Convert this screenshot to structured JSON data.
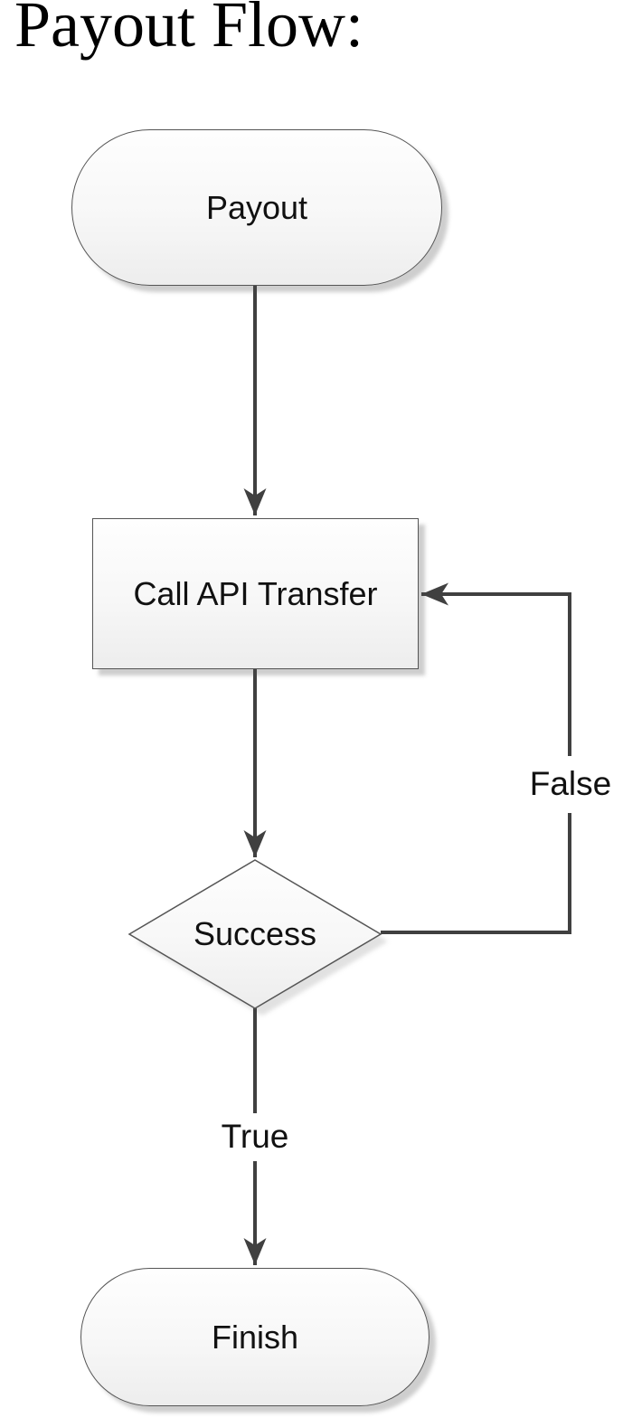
{
  "title": "Payout Flow:",
  "diagram": {
    "nodes": [
      {
        "id": "payout",
        "type": "terminator",
        "label": "Payout"
      },
      {
        "id": "call-api-transfer",
        "type": "process",
        "label": "Call API Transfer"
      },
      {
        "id": "success",
        "type": "decision",
        "label": "Success"
      },
      {
        "id": "finish",
        "type": "terminator",
        "label": "Finish"
      }
    ],
    "edges": [
      {
        "from": "payout",
        "to": "call-api-transfer",
        "label": ""
      },
      {
        "from": "call-api-transfer",
        "to": "success",
        "label": ""
      },
      {
        "from": "success",
        "to": "call-api-transfer",
        "label": "False"
      },
      {
        "from": "success",
        "to": "finish",
        "label": "True"
      }
    ],
    "colors": {
      "background": "#ffffff",
      "connector_line": "#404040",
      "node_border": "#555555",
      "node_fill_top": "#fefefe",
      "node_fill_bottom": "#ededed",
      "shadow": "#d9d9d9",
      "text": "#111111"
    }
  }
}
